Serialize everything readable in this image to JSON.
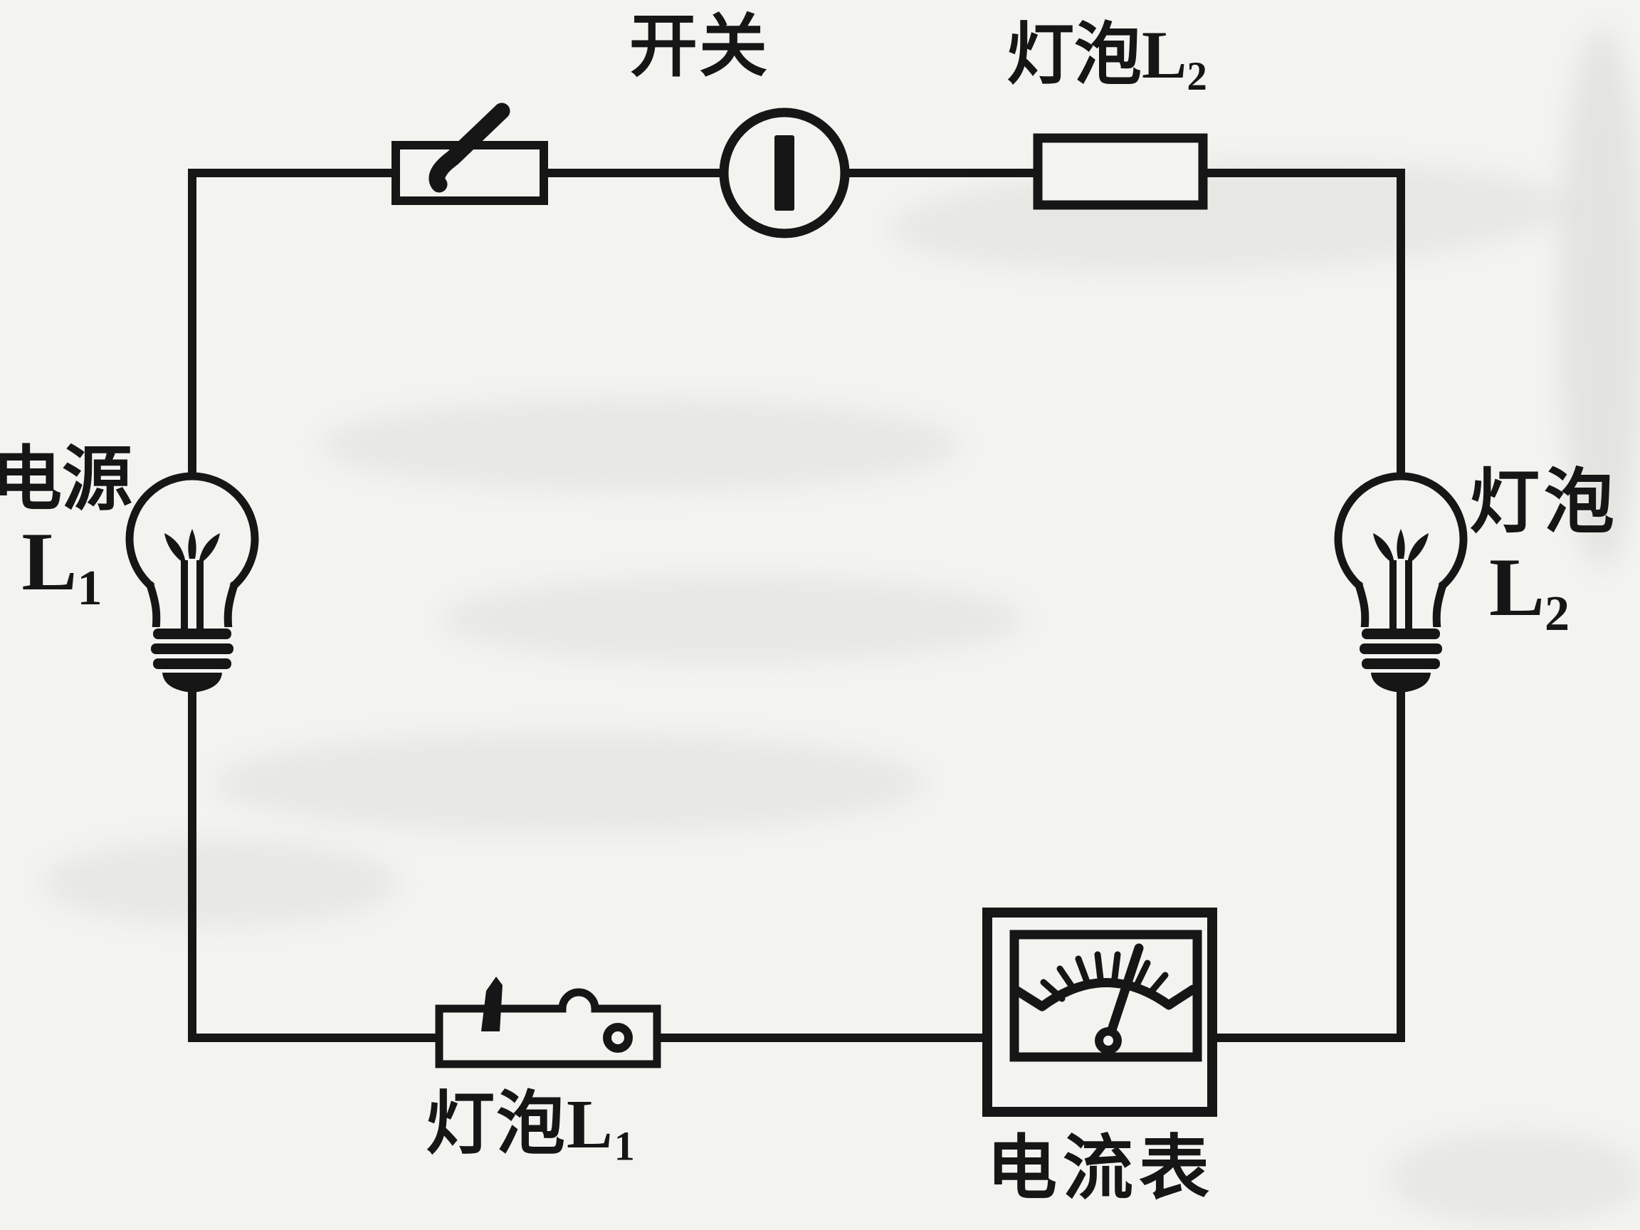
{
  "figure": {
    "type": "series-circuit-diagram",
    "description": "Scanned textbook series circuit with mismatched component labels",
    "colors": {
      "paper": "#f3f3f0",
      "ink": "#161616"
    }
  },
  "labels": {
    "switch": "开关",
    "top_bulb_l2": {
      "base": "灯泡L",
      "sub": "2"
    },
    "left_source": {
      "line1": "电源",
      "base": "L",
      "sub": "1"
    },
    "right_bulb": {
      "line1": "灯泡",
      "base": "L",
      "sub": "2"
    },
    "bottom_bulb_l1": {
      "base": "灯泡L",
      "sub": "1"
    },
    "ammeter": "电流表"
  },
  "components": {
    "top_left": "open-switch-symbol-in-box",
    "top_center": "circle-with-bar-symbol",
    "top_right": "resistor-rectangle-symbol",
    "left": "light-bulb-drawing",
    "right": "light-bulb-drawing",
    "bottom_left": "knife-switch-drawing",
    "bottom_right": "analog-meter-drawing"
  }
}
